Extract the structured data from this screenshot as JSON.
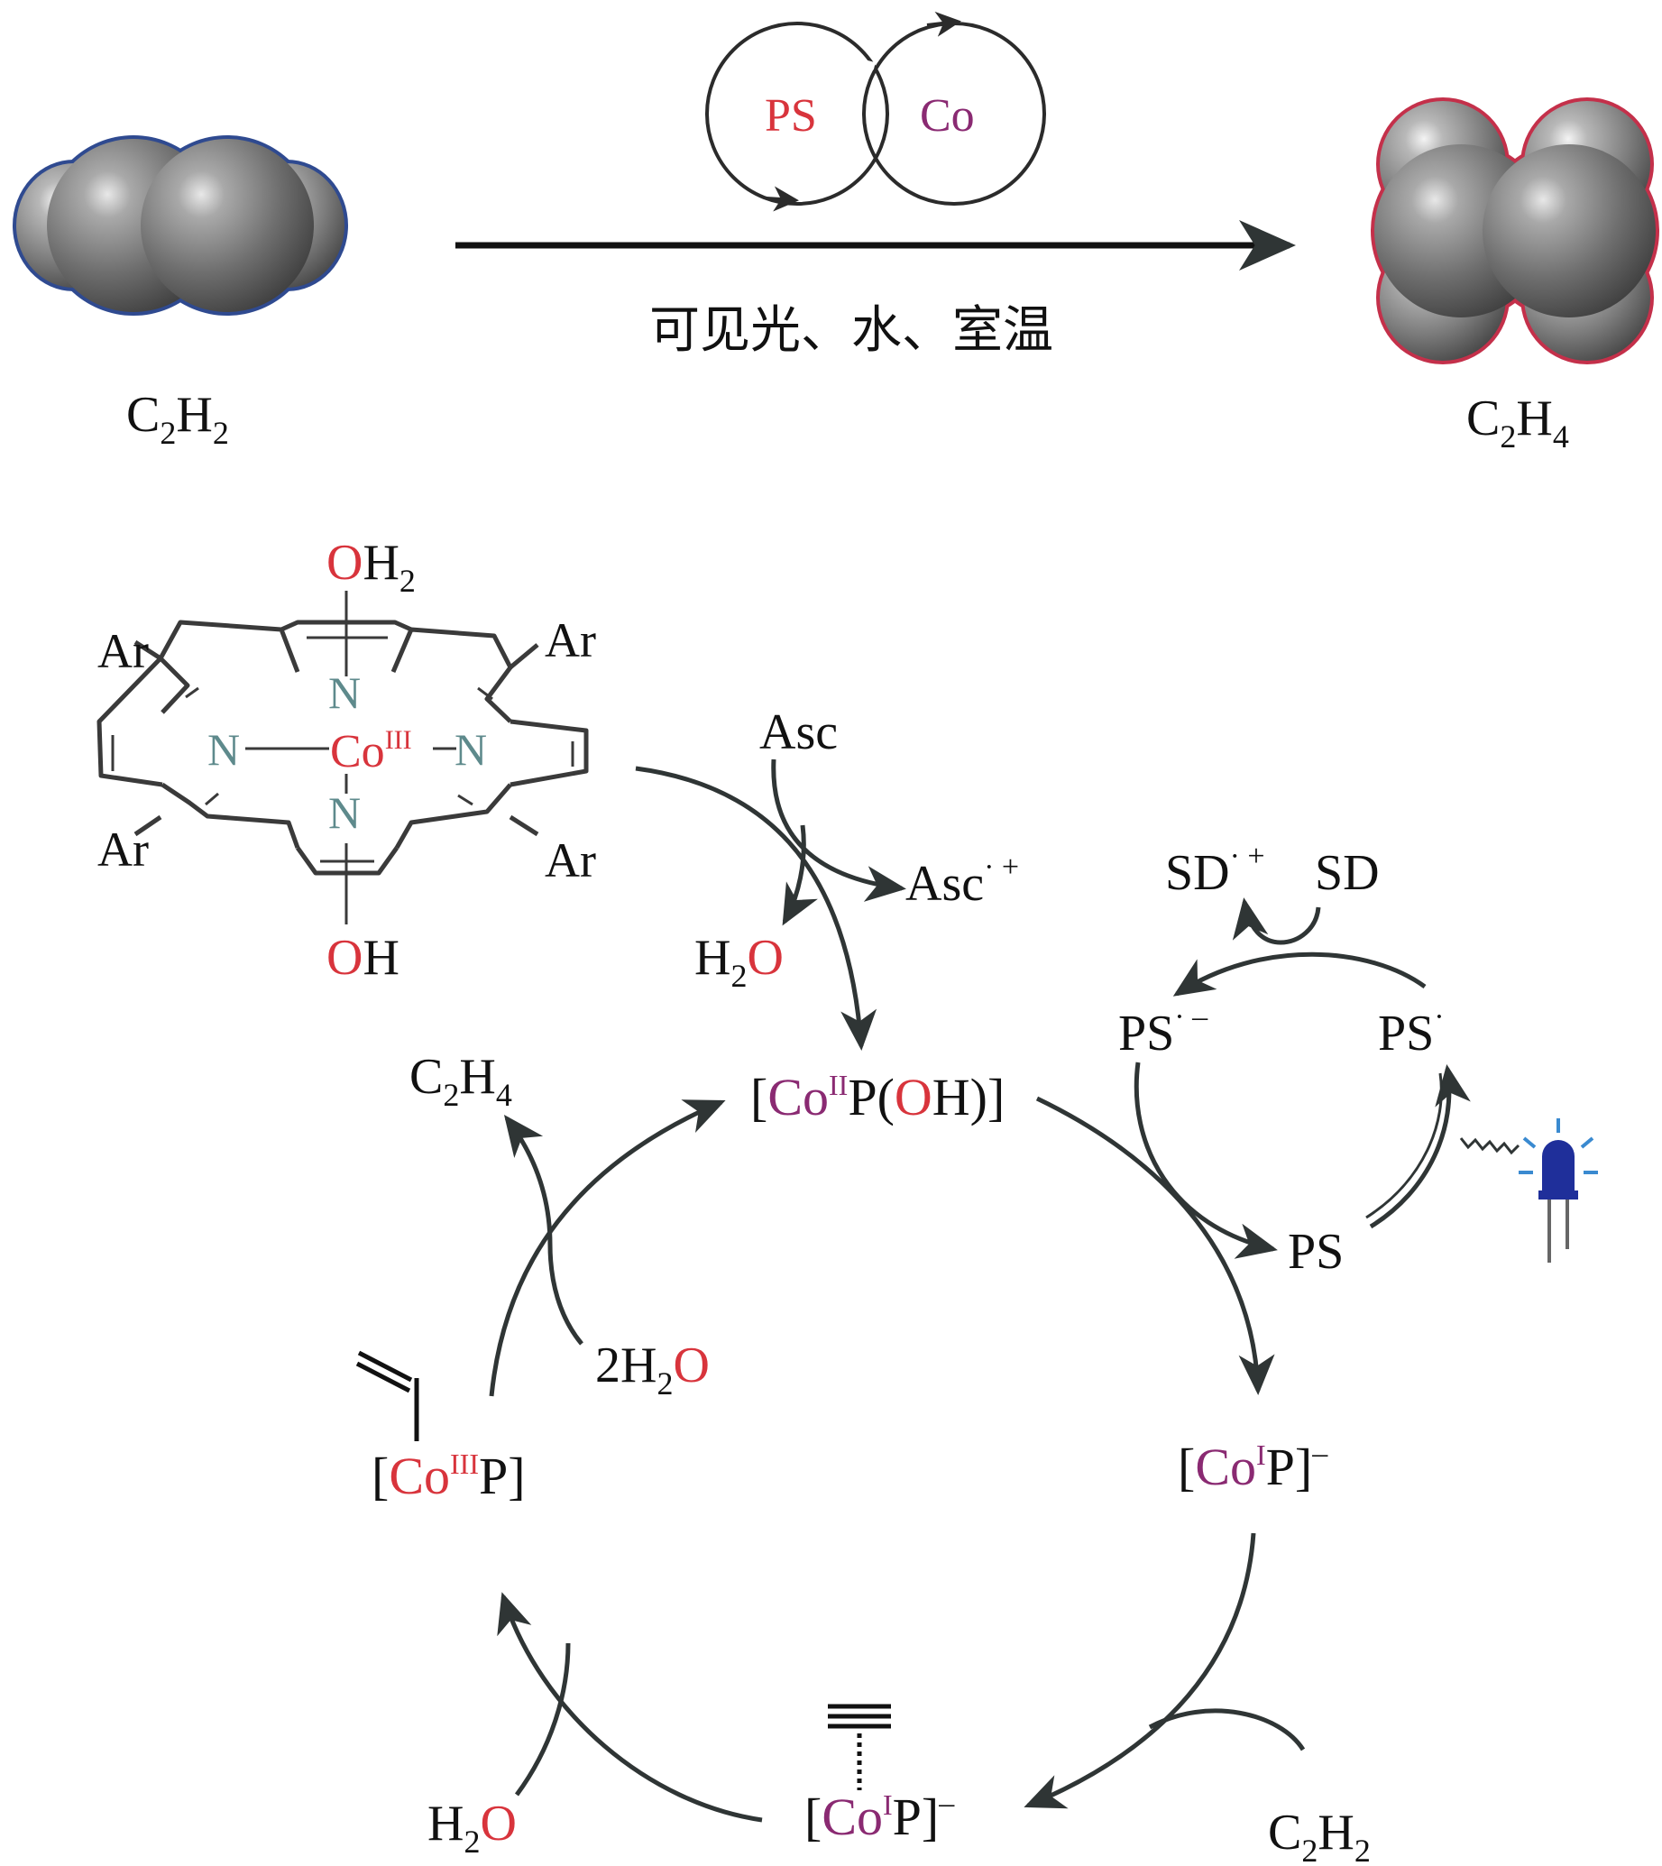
{
  "colors": {
    "cobalt": "#8a2a72",
    "oxygen": "#d8343c",
    "nitrogen": "#5e8a8c",
    "arrow": "#2f3535",
    "acetylene_outline": "#2f4a90",
    "ethylene_outline": "#c4304a",
    "light_source": "#1f2f9a"
  },
  "top": {
    "reactant": {
      "main": "C",
      "sub1": "2",
      "mid": "H",
      "sub2": "2"
    },
    "product": {
      "main": "C",
      "sub1": "2",
      "mid": "H",
      "sub2": "4"
    },
    "ps_label": "PS",
    "co_label": "Co",
    "condition": "可见光、水、室温",
    "icons": [
      "acetylene-space-filling-model",
      "ethylene-space-filling-model",
      "coupled-cycles-icon",
      "reaction-arrow"
    ]
  },
  "porphyrin": {
    "ar": "Ar",
    "n": "N",
    "co": "Co",
    "co_ox": "III",
    "top_ligand": {
      "o": "O",
      "h": "H",
      "sub": "2"
    },
    "bottom_ligand": {
      "o": "O",
      "h": "H"
    }
  },
  "activation": {
    "asc": "Asc",
    "asc_ox": "Asc",
    "asc_ox_sup": "· +",
    "water": {
      "h": "H",
      "sub": "2",
      "o": "O"
    }
  },
  "cycle": {
    "co2": {
      "open": "[",
      "co": "Co",
      "ox": "II",
      "p": "P(",
      "o": "O",
      "h": "H)]"
    },
    "co1": {
      "open": "[",
      "co": "Co",
      "ox": "I",
      "p": "P]",
      "charge": "–"
    },
    "co1_alkyne": {
      "open": "[",
      "co": "Co",
      "ox": "I",
      "p": "P]",
      "charge": "–"
    },
    "co3": {
      "open": "[",
      "co": "Co",
      "ox": "III",
      "p": "P]"
    },
    "c2h2_in": {
      "main": "C",
      "sub1": "2",
      "mid": "H",
      "sub2": "2"
    },
    "c2h4_out": {
      "main": "C",
      "sub1": "2",
      "mid": "H",
      "sub2": "4"
    },
    "water_in": {
      "h": "H",
      "sub": "2",
      "o": "O"
    },
    "two_water": {
      "coef": "2H",
      "sub": "2",
      "o": "O"
    }
  },
  "ps_cycle": {
    "sd_ox": "SD",
    "sd_ox_sup": "· +",
    "sd": "SD",
    "ps_minus": "PS",
    "ps_minus_sup": "· –",
    "ps_excited": "PS",
    "ps_excited_sup": "·",
    "ps": "PS"
  }
}
